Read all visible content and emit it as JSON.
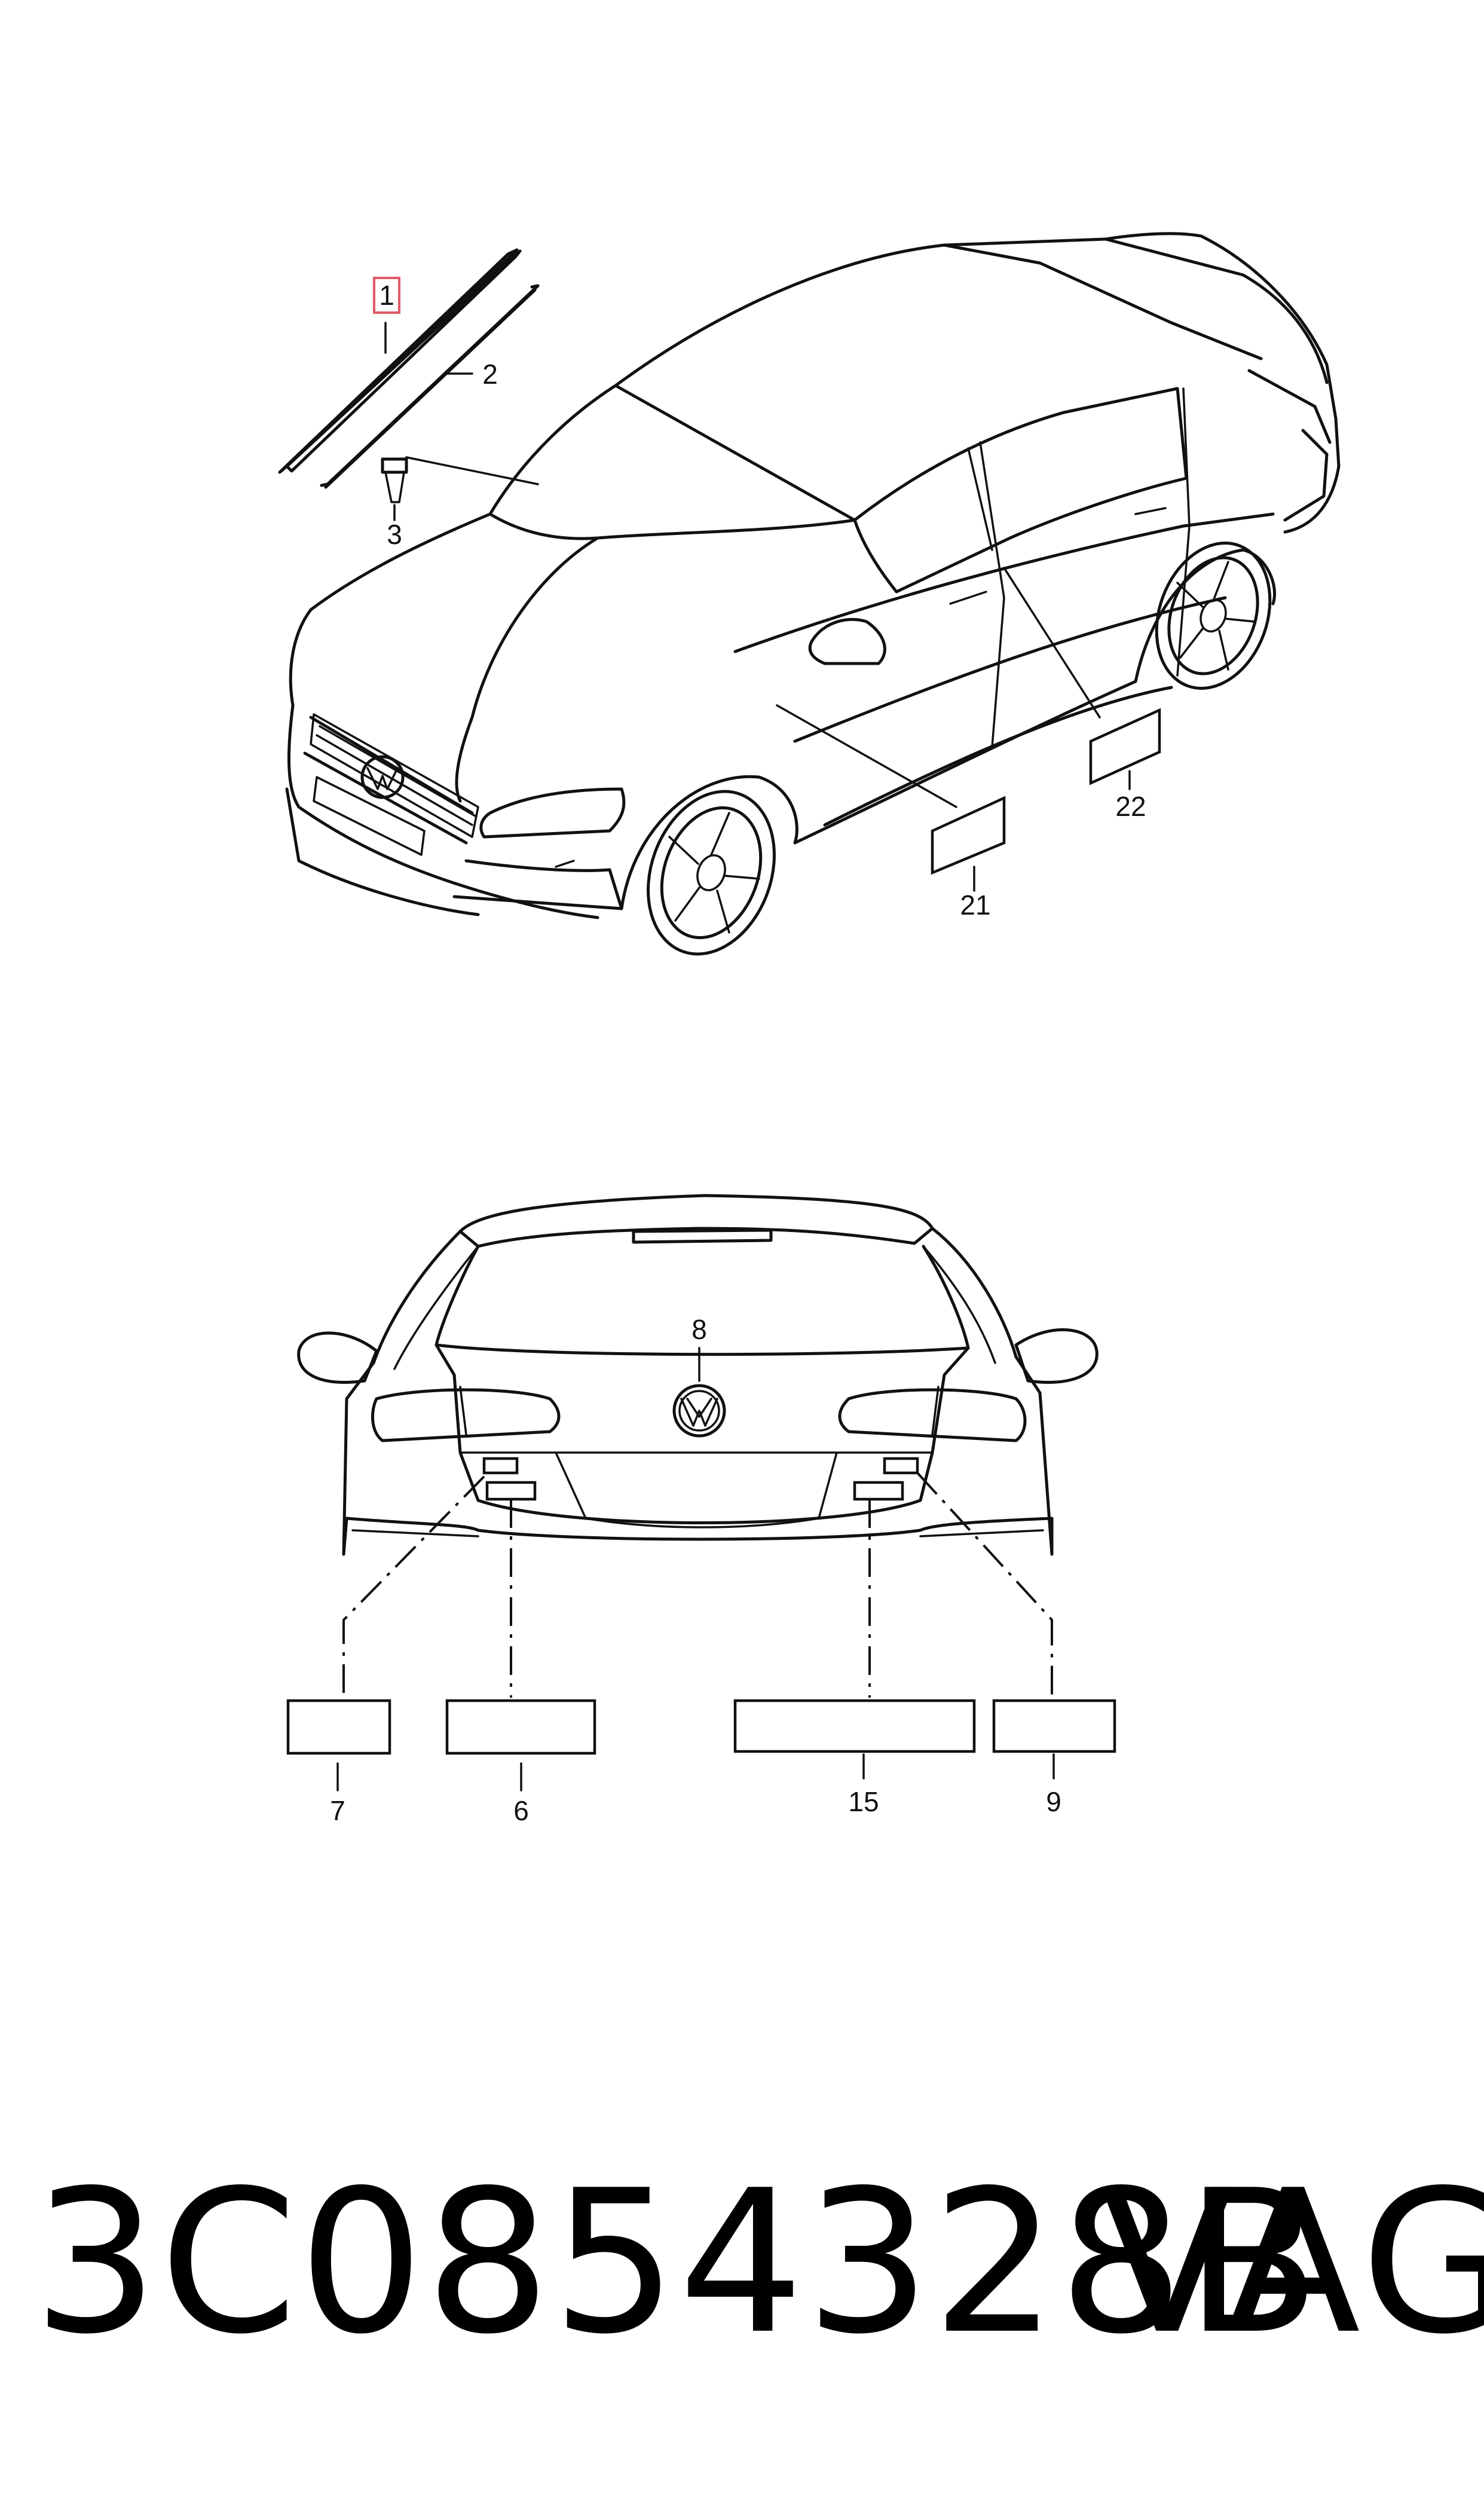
{
  "diagram": {
    "top_view_labels": [
      "1",
      "2",
      "3",
      "21",
      "22"
    ],
    "rear_view_labels": [
      "8",
      "7",
      "6",
      "15",
      "9"
    ],
    "highlighted_label": "1"
  },
  "footer": {
    "part_number": "3C0854328B",
    "brand": "VAG"
  },
  "colors": {
    "highlight_box": "#e05a68",
    "line": "#111111"
  }
}
